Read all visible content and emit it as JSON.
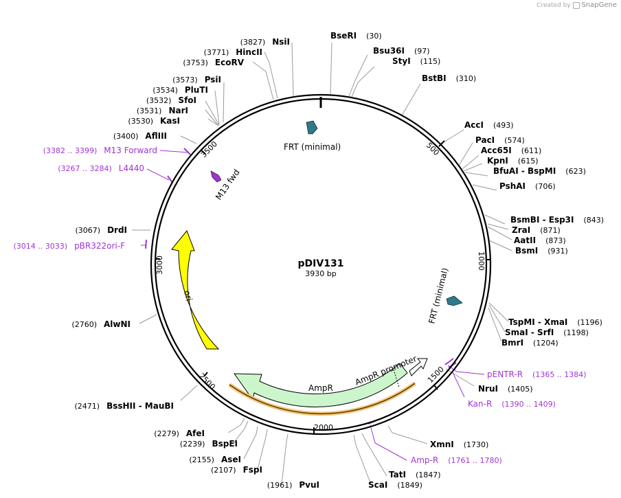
{
  "credit": {
    "prefix": "Created by",
    "brand": "SnapGene"
  },
  "plasmid": {
    "name": "pDIV131",
    "length_label": "3930 bp",
    "length": 3930
  },
  "enzymes": [
    {
      "name": "BseRI",
      "pos": "(30)"
    },
    {
      "name": "Bsu36I",
      "pos": "(97)"
    },
    {
      "name": "StyI",
      "pos": "(115)"
    },
    {
      "name": "BstBI",
      "pos": "(310)"
    },
    {
      "name": "AccI",
      "pos": "(493)"
    },
    {
      "name": "PacI",
      "pos": "(574)"
    },
    {
      "name": "Acc65I",
      "pos": "(611)"
    },
    {
      "name": "KpnI",
      "pos": "(615)"
    },
    {
      "name": "BfuAI - BspMI",
      "pos": "(623)"
    },
    {
      "name": "PshAI",
      "pos": "(706)"
    },
    {
      "name": "BsmBI - Esp3I",
      "pos": "(843)"
    },
    {
      "name": "ZraI",
      "pos": "(871)"
    },
    {
      "name": "AatII",
      "pos": "(873)"
    },
    {
      "name": "BsmI",
      "pos": "(931)"
    },
    {
      "name": "TspMI - XmaI",
      "pos": "(1196)"
    },
    {
      "name": "SmaI - SrfI",
      "pos": "(1198)"
    },
    {
      "name": "BmrI",
      "pos": "(1204)"
    },
    {
      "name": "NruI",
      "pos": "(1405)"
    },
    {
      "name": "XmnI",
      "pos": "(1730)"
    },
    {
      "name": "TatI",
      "pos": "(1847)"
    },
    {
      "name": "ScaI",
      "pos": "(1849)"
    },
    {
      "name": "PvuI",
      "pos": "(1961)"
    },
    {
      "name": "FspI",
      "pos": "(2107)"
    },
    {
      "name": "AseI",
      "pos": "(2155)"
    },
    {
      "name": "BspEI",
      "pos": "(2239)"
    },
    {
      "name": "AfeI",
      "pos": "(2279)"
    },
    {
      "name": "BssHII - MauBI",
      "pos": "(2471)"
    },
    {
      "name": "AlwNI",
      "pos": "(2760)"
    },
    {
      "name": "DrdI",
      "pos": "(3067)"
    },
    {
      "name": "AflIII",
      "pos": "(3400)"
    },
    {
      "name": "KasI",
      "pos": "(3530)"
    },
    {
      "name": "NarI",
      "pos": "(3531)"
    },
    {
      "name": "SfoI",
      "pos": "(3532)"
    },
    {
      "name": "PluTI",
      "pos": "(3534)"
    },
    {
      "name": "PsiI",
      "pos": "(3573)"
    },
    {
      "name": "EcoRV",
      "pos": "(3753)"
    },
    {
      "name": "HincII",
      "pos": "(3771)"
    },
    {
      "name": "NsiI",
      "pos": "(3827)"
    }
  ],
  "primers": [
    {
      "name": "pENTR-R",
      "range": "(1365 .. 1384)"
    },
    {
      "name": "Kan-R",
      "range": "(1390 .. 1409)"
    },
    {
      "name": "Amp-R",
      "range": "(1761 .. 1780)"
    },
    {
      "name": "pBR322ori-F",
      "range": "(3014 .. 3033)"
    },
    {
      "name": "L4440",
      "range": "(3267 .. 3284)"
    },
    {
      "name": "M13 Forward",
      "range": "(3382 .. 3399)"
    }
  ],
  "features": [
    {
      "name": "FRT (minimal)",
      "color": "#2e7a8c"
    },
    {
      "name": "FRT (minimal)",
      "color": "#2e7a8c"
    },
    {
      "name": "M13 fwd",
      "color": "#a033d6"
    },
    {
      "name": "ori",
      "color": "#ffff00"
    },
    {
      "name": "AmpR",
      "color": "#ccf5cc"
    },
    {
      "name": "AmpR promoter",
      "color": "#ffffff"
    }
  ],
  "ticks": [
    "500",
    "1000",
    "1500",
    "2000",
    "2500",
    "3000",
    "3500"
  ],
  "colors": {
    "primer": "#a033d6",
    "backbone": "#000000",
    "leader": "#999999",
    "amp_highlight": "#f2c477"
  }
}
